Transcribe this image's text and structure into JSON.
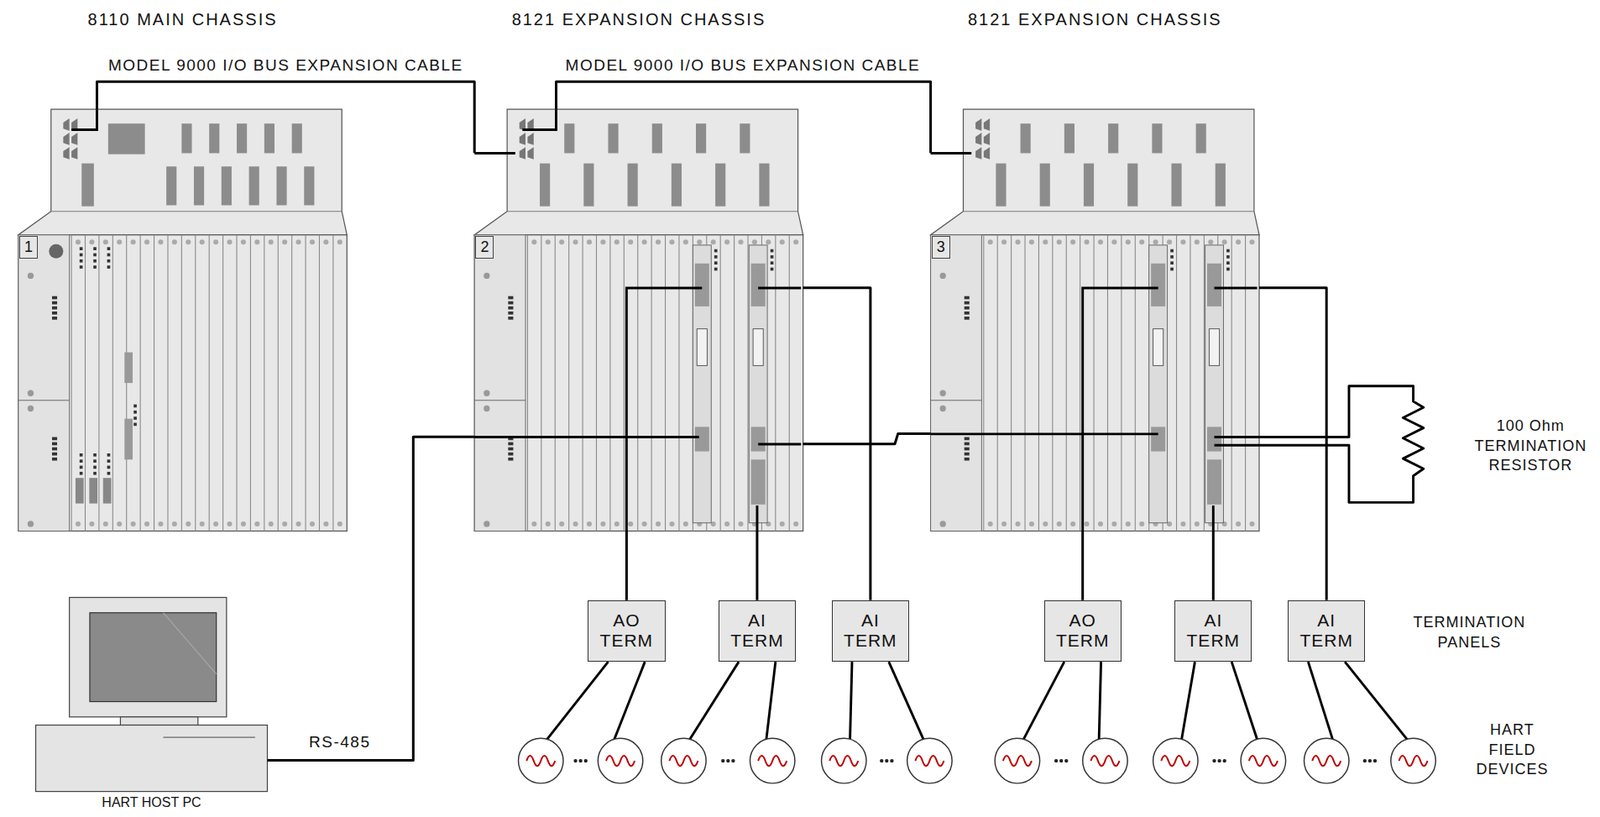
{
  "diagram": {
    "nodes": [
      {
        "text": [
          "8110 MAIN CHASSIS",
          "1"
        ]
      },
      {
        "text": [
          "8121 EXPANSION CHASSIS",
          "2"
        ]
      },
      {
        "text": [
          "8121 EXPANSION CHASSIS",
          "3"
        ]
      },
      {
        "text": [
          "HART HOST PC"
        ]
      },
      {
        "text": [
          "AO TERM"
        ]
      },
      {
        "text": [
          "AI TERM"
        ]
      },
      {
        "text": [
          "AI TERM"
        ]
      },
      {
        "text": [
          "AO TERM"
        ]
      },
      {
        "text": [
          "AI TERM"
        ]
      },
      {
        "text": [
          "AI TERM"
        ]
      }
    ],
    "edges": [
      {
        "from": 0,
        "to": 1,
        "label": "MODEL 9000 I/O BUS EXPANSION CABLE",
        "arrow": "none"
      },
      {
        "from": 1,
        "to": 2,
        "label": "MODEL 9000 I/O BUS EXPANSION CABLE",
        "arrow": "none"
      },
      {
        "from": 3,
        "to": 1,
        "label": "RS-485",
        "arrow": "none"
      },
      {
        "from": 1,
        "to": 2,
        "arrow": "none"
      },
      {
        "from": 1,
        "to": 4,
        "arrow": "none"
      },
      {
        "from": 1,
        "to": 5,
        "arrow": "none"
      },
      {
        "from": 1,
        "to": 6,
        "arrow": "none"
      },
      {
        "from": 2,
        "to": 7,
        "arrow": "none"
      },
      {
        "from": 2,
        "to": 8,
        "arrow": "none"
      },
      {
        "from": 2,
        "to": 9,
        "arrow": "none"
      }
    ],
    "labels": [
      "100 Ohm TERMINATION RESISTOR",
      "TERMINATION PANELS",
      "HART FIELD DEVICES"
    ]
  }
}
